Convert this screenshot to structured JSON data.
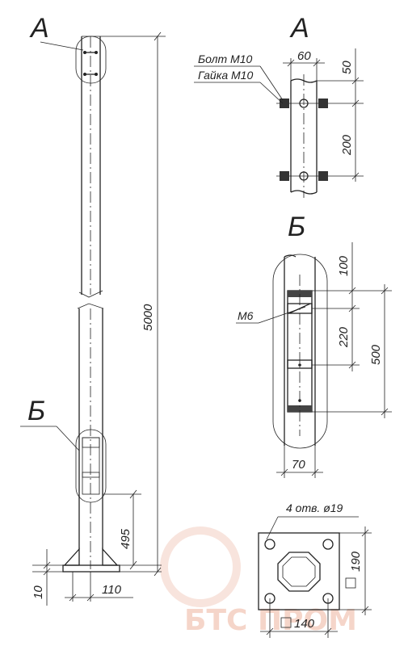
{
  "views": {
    "main_pole": {
      "callout_a": "А",
      "callout_b": "Б",
      "height": "5000",
      "door_height": "495",
      "base_width": "110",
      "base_thickness": "10"
    },
    "detail_a": {
      "title": "А",
      "bolt": "Болт М10",
      "nut": "Гайка М10",
      "width": "60",
      "top_offset": "50",
      "spacing": "200"
    },
    "detail_b": {
      "title": "Б",
      "screw": "М6",
      "top_offset": "100",
      "spacing": "220",
      "total": "500",
      "width": "70"
    },
    "base_plate": {
      "holes": "4 отв. ø19",
      "size_v": "190",
      "size_h": "140"
    }
  },
  "watermark": {
    "text": "БТС ПРОМ",
    "color": "#f2c7b8"
  }
}
